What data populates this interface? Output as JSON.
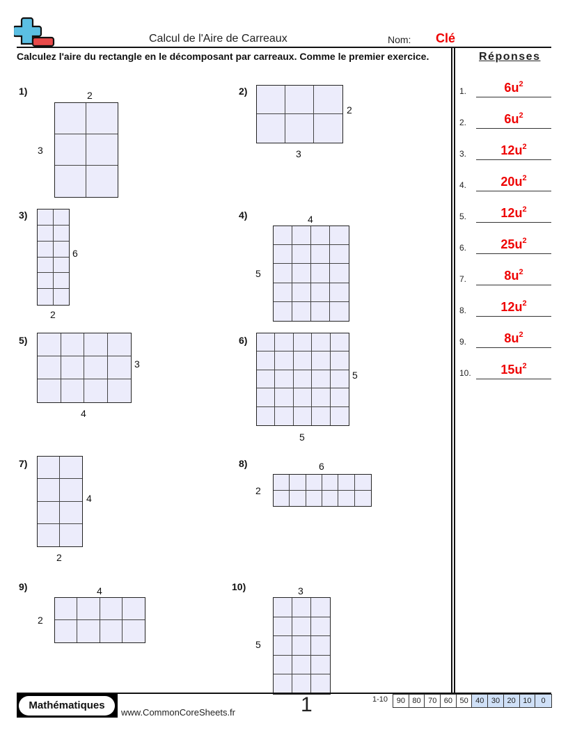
{
  "header": {
    "title": "Calcul de l'Aire de Carreaux",
    "name_label": "Nom:",
    "name_value": "Clé",
    "logo_icon": "plus-minus-icon"
  },
  "instructions": "Calculez l'aire du rectangle en le décomposant par carreaux. Comme le premier exercice.",
  "answers": {
    "title": "Réponses",
    "unit": "u",
    "exponent": "2",
    "items": [
      {
        "num": "1.",
        "value": "6"
      },
      {
        "num": "2.",
        "value": "6"
      },
      {
        "num": "3.",
        "value": "12"
      },
      {
        "num": "4.",
        "value": "20"
      },
      {
        "num": "5.",
        "value": "12"
      },
      {
        "num": "6.",
        "value": "25"
      },
      {
        "num": "7.",
        "value": "8"
      },
      {
        "num": "8.",
        "value": "12"
      },
      {
        "num": "9.",
        "value": "8"
      },
      {
        "num": "10.",
        "value": "15"
      }
    ]
  },
  "problems": [
    {
      "label": "1)",
      "cols": 2,
      "rows": 3,
      "width_label": "2",
      "height_label": "3"
    },
    {
      "label": "2)",
      "cols": 3,
      "rows": 2,
      "width_label": "3",
      "height_label": "2"
    },
    {
      "label": "3)",
      "cols": 2,
      "rows": 6,
      "width_label": "2",
      "height_label": "6"
    },
    {
      "label": "4)",
      "cols": 4,
      "rows": 5,
      "width_label": "4",
      "height_label": "5"
    },
    {
      "label": "5)",
      "cols": 4,
      "rows": 3,
      "width_label": "4",
      "height_label": "3"
    },
    {
      "label": "6)",
      "cols": 5,
      "rows": 5,
      "width_label": "5",
      "height_label": "5"
    },
    {
      "label": "7)",
      "cols": 2,
      "rows": 4,
      "width_label": "2",
      "height_label": "4"
    },
    {
      "label": "8)",
      "cols": 6,
      "rows": 2,
      "width_label": "6",
      "height_label": "2"
    },
    {
      "label": "9)",
      "cols": 4,
      "rows": 2,
      "width_label": "4",
      "height_label": "2"
    },
    {
      "label": "10)",
      "cols": 3,
      "rows": 5,
      "width_label": "3",
      "height_label": "5"
    }
  ],
  "footer": {
    "brand": "Mathématiques",
    "site": "www.CommonCoreSheets.fr",
    "page": "1",
    "score_label": "1-10",
    "scores": [
      "90",
      "80",
      "70",
      "60",
      "50",
      "40",
      "30",
      "20",
      "10",
      "0"
    ]
  },
  "colors": {
    "answer_red": "#ee0000",
    "tile_fill": "#ececfb",
    "score_blue": "#cfe0f7",
    "logo_blue": "#5bbfe3",
    "logo_red": "#e84a4a"
  }
}
